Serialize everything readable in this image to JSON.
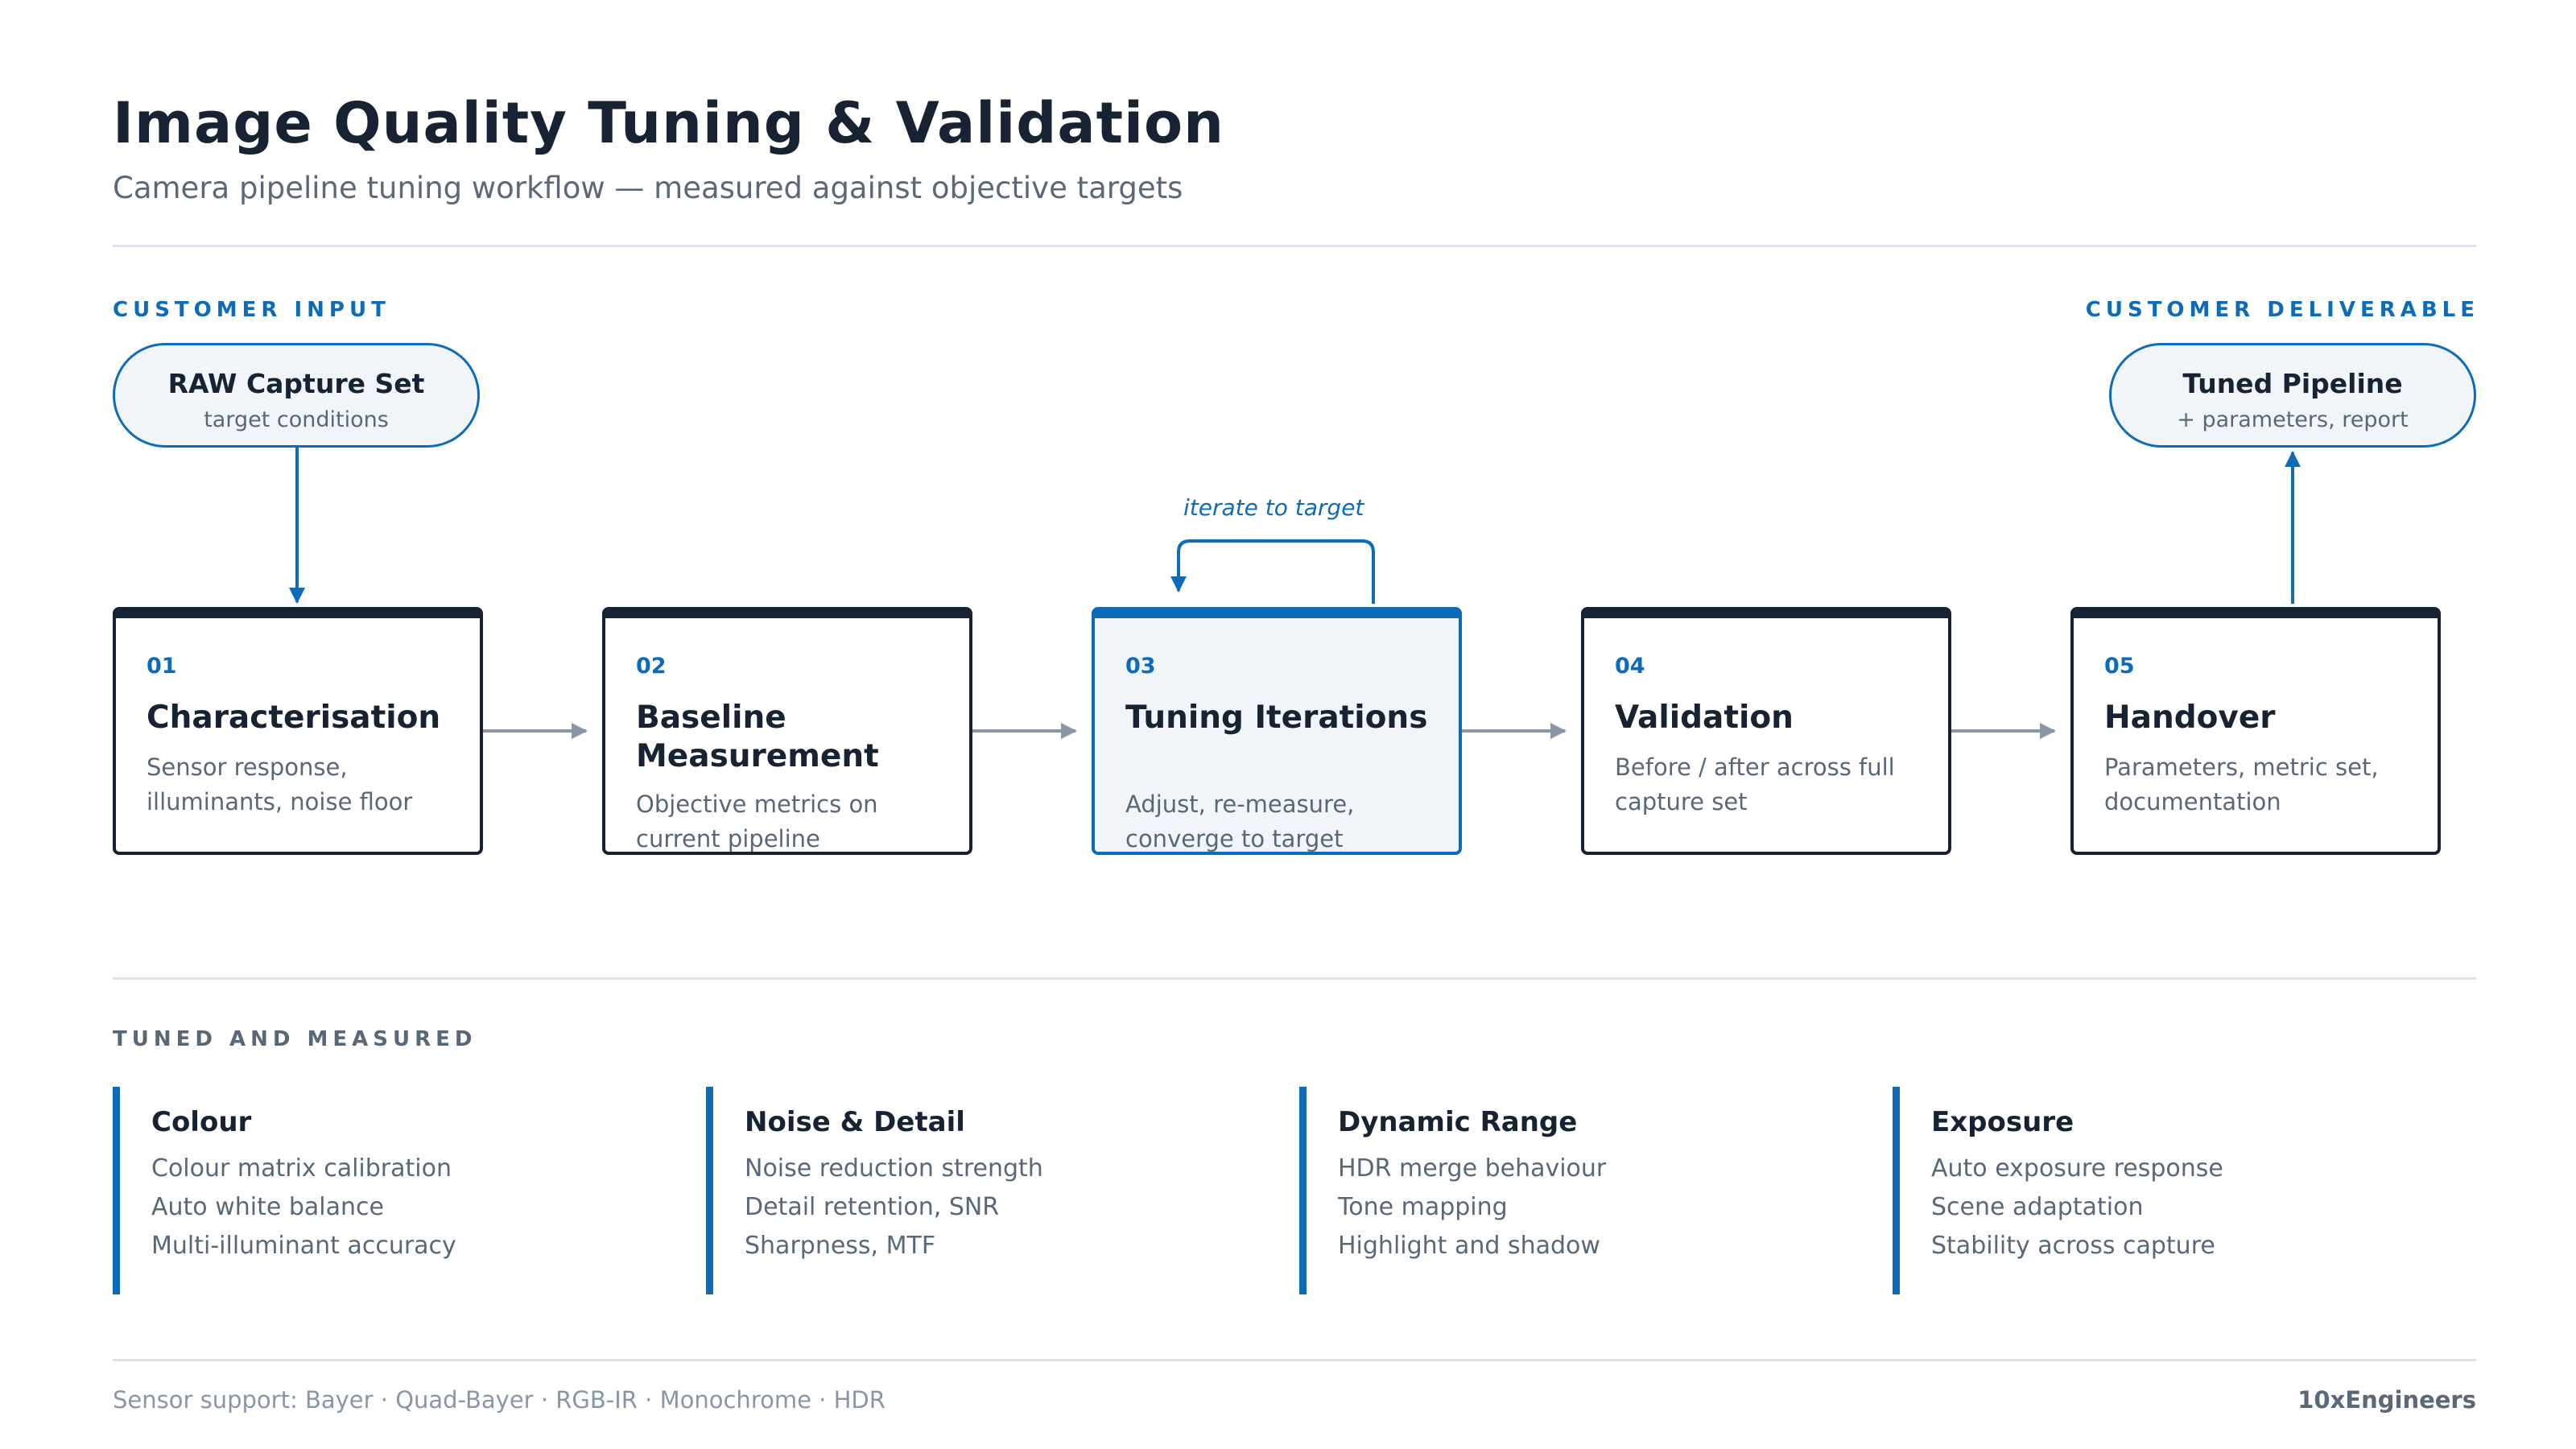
{
  "header": {
    "title": "Image Quality Tuning & Validation",
    "subtitle": "Camera pipeline tuning workflow — measured against objective targets"
  },
  "input": {
    "label": "CUSTOMER INPUT",
    "title": "RAW Capture Set",
    "subtitle": "target conditions"
  },
  "deliverable": {
    "label": "CUSTOMER DELIVERABLE",
    "title": "Tuned Pipeline",
    "subtitle": "+ parameters, report"
  },
  "loop_label": "iterate to target",
  "steps": [
    {
      "num": "01",
      "title": "Characterisation",
      "desc": "Sensor response, illuminants, noise floor"
    },
    {
      "num": "02",
      "title": "Baseline Measurement",
      "desc": "Objective metrics on current pipeline"
    },
    {
      "num": "03",
      "title": "Tuning Iterations",
      "desc": "Adjust, re-measure, converge to target"
    },
    {
      "num": "04",
      "title": "Validation",
      "desc": "Before / after across full capture set"
    },
    {
      "num": "05",
      "title": "Handover",
      "desc": "Parameters, metric set, documentation"
    }
  ],
  "metrics_label": "TUNED AND MEASURED",
  "metrics": [
    {
      "title": "Colour",
      "items": [
        "Colour matrix calibration",
        "Auto white balance",
        "Multi-illuminant accuracy"
      ]
    },
    {
      "title": "Noise & Detail",
      "items": [
        "Noise reduction strength",
        "Detail retention, SNR",
        "Sharpness, MTF"
      ]
    },
    {
      "title": "Dynamic Range",
      "items": [
        "HDR merge behaviour",
        "Tone mapping",
        "Highlight and shadow"
      ]
    },
    {
      "title": "Exposure",
      "items": [
        "Auto exposure response",
        "Scene adaptation",
        "Stability across capture"
      ]
    }
  ],
  "footer": {
    "sensor_support": "Sensor support: Bayer · Quad-Bayer · RGB-IR · Monochrome · HDR",
    "brand": "10xEngineers"
  },
  "colors": {
    "accent": "#0e6bb8",
    "dark": "#172232",
    "muted": "#586878",
    "arrow": "#8a96a6",
    "divider": "#dde2e8"
  }
}
